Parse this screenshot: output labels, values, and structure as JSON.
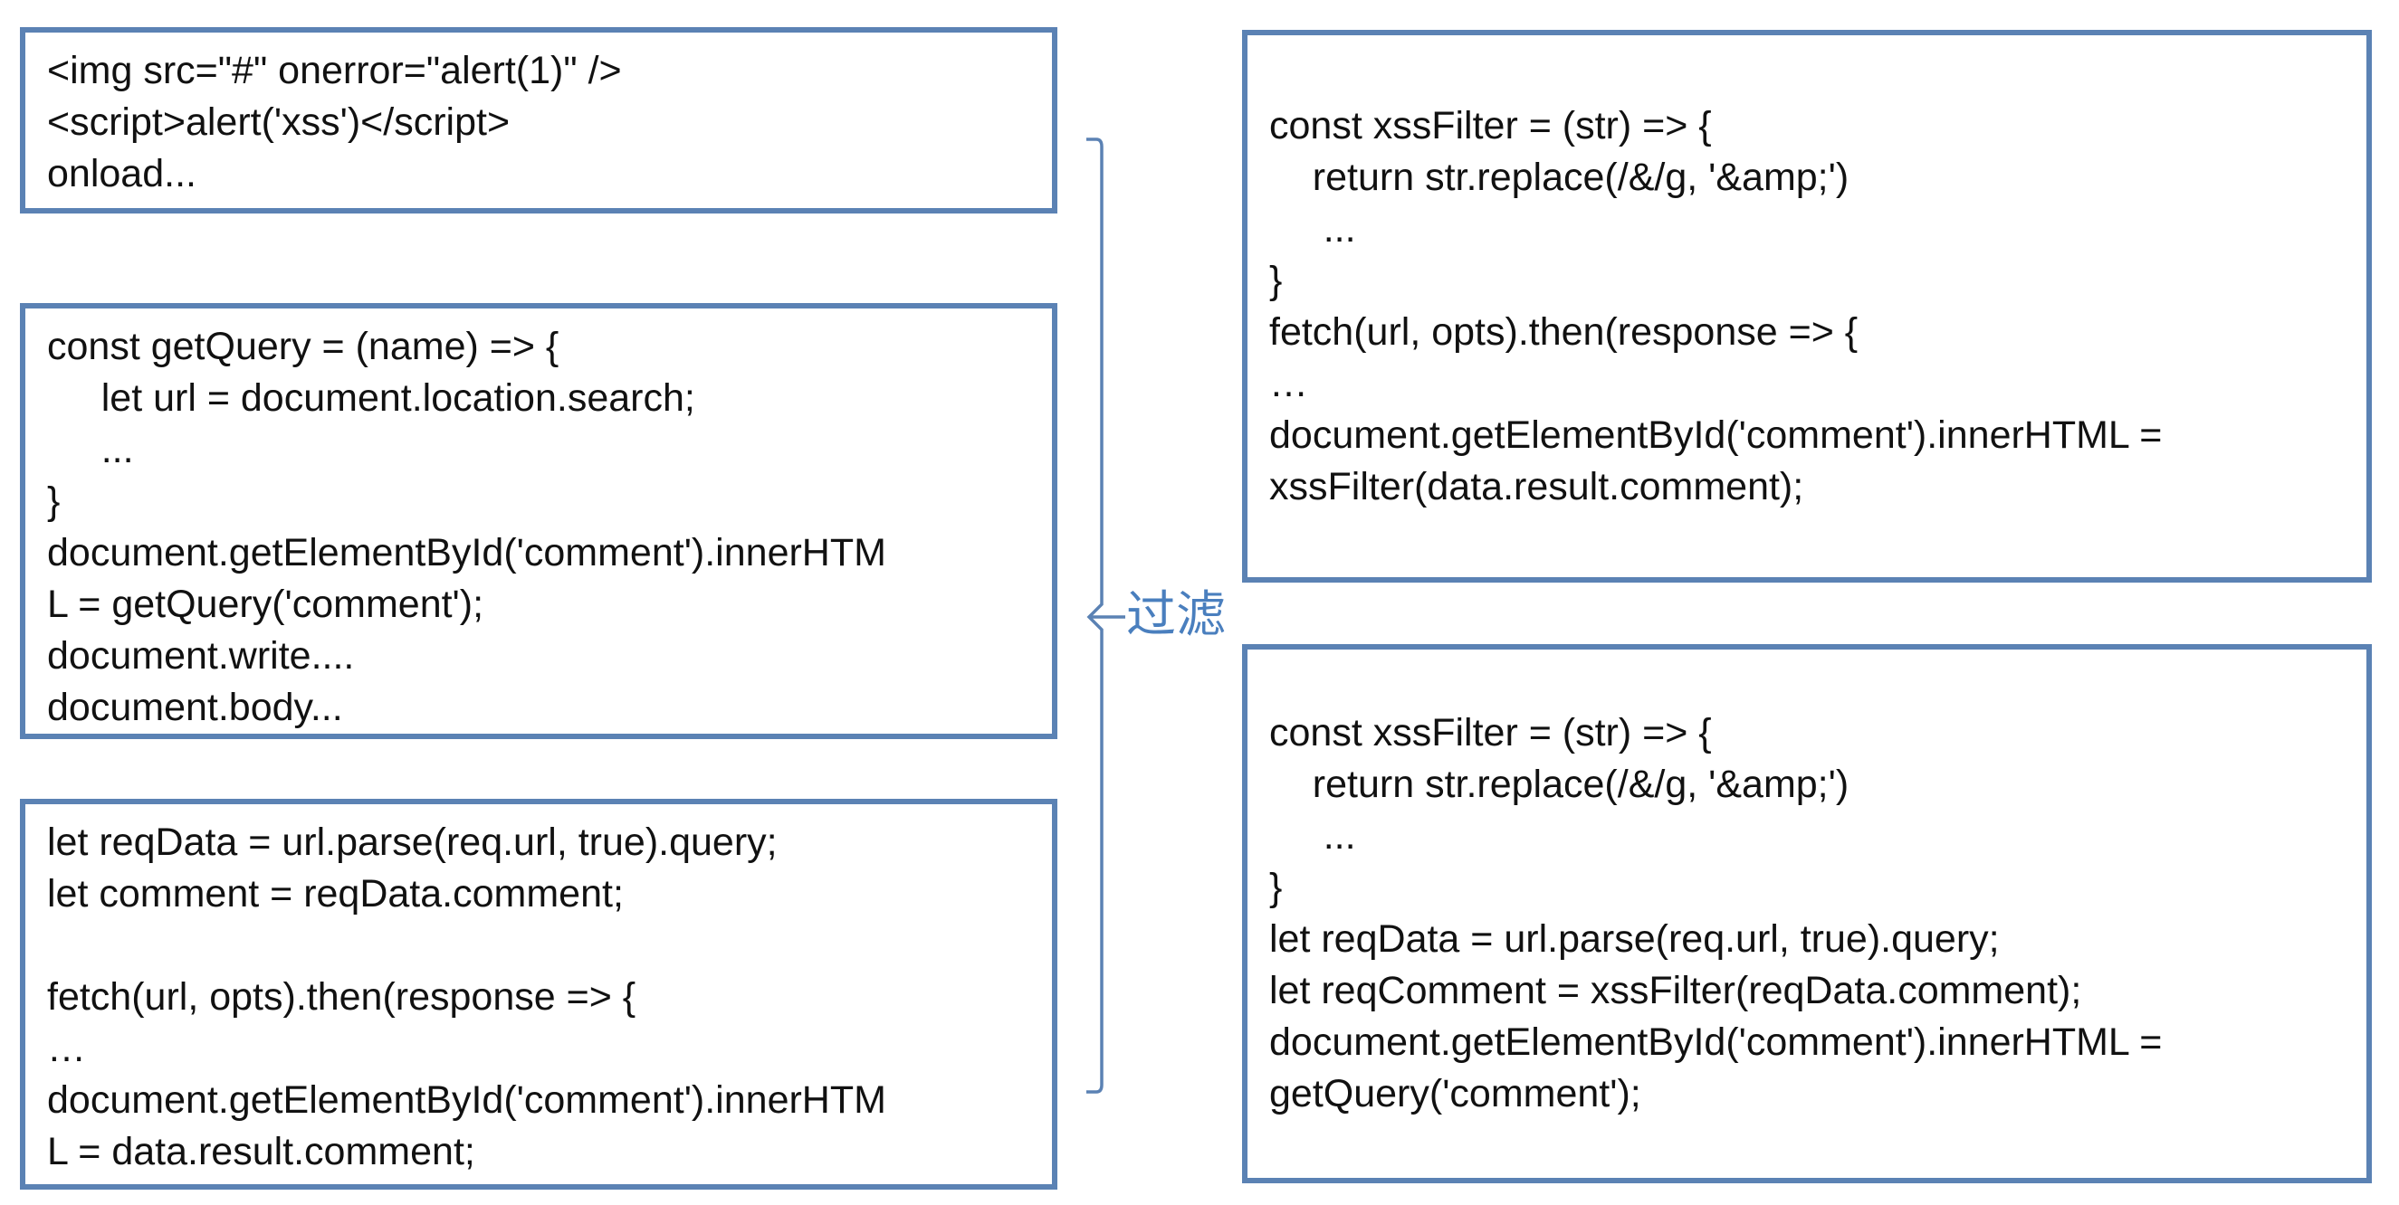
{
  "colors": {
    "border": "#5b82b4",
    "label": "#4a7fbe",
    "text": "#111111",
    "background": "#ffffff"
  },
  "label": {
    "text": "过滤"
  },
  "boxes": {
    "payloads": {
      "lines": [
        "<img src=\"#\" onerror=\"alert(1)\" />",
        "<script>alert('xss')</script>",
        "onload..."
      ]
    },
    "client_unfiltered": {
      "lines": [
        "const getQuery = (name) => {",
        "     let url = document.location.search;",
        "     ...",
        "}",
        "document.getElementById('comment').innerHTM",
        "L = getQuery('comment');",
        "document.write....",
        "document.body..."
      ]
    },
    "server_unfiltered": {
      "lines": [
        "let reqData = url.parse(req.url, true).query;",
        "let comment = reqData.comment;",
        "",
        "fetch(url, opts).then(response => {",
        "…",
        "document.getElementById('comment').innerHTM",
        "L = data.result.comment;"
      ]
    },
    "client_filtered": {
      "lines": [
        "const xssFilter = (str) => {",
        "    return str.replace(/&/g, '&amp;')",
        "     ...",
        "}",
        "fetch(url, opts).then(response => {",
        "…",
        "document.getElementById('comment').innerHTML =",
        "xssFilter(data.result.comment);"
      ]
    },
    "server_filtered": {
      "lines": [
        "const xssFilter = (str) => {",
        "    return str.replace(/&/g, '&amp;')",
        "     ...",
        "}",
        "let reqData = url.parse(req.url, true).query;",
        "let reqComment = xssFilter(reqData.comment);",
        "document.getElementById('comment').innerHTML =",
        "getQuery('comment');"
      ]
    }
  }
}
